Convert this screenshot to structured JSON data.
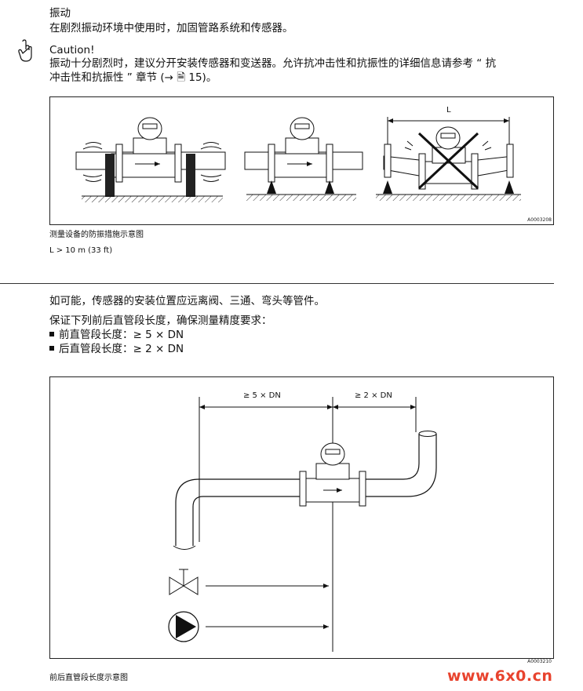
{
  "vibration": {
    "heading": "振动",
    "intro": "在剧烈振动环境中使用时，加固管路系统和传感器。",
    "caution_title": "Caution!",
    "caution_line1": "振动十分剧烈时，建议分开安装传感器和变送器。允许抗冲击性和抗振性的详细信息请参考 “ 抗",
    "caution_line2": "冲击性和抗振性 ” 章节 (→ 🗎 15)。",
    "figure": {
      "dim_label": "L",
      "code": "A0003208",
      "caption": "测量设备的防振措施示意图",
      "note": "L > 10 m (33 ft)"
    }
  },
  "straight_runs": {
    "para1": "如可能，传感器的安装位置应远离阀、三通、弯头等管件。",
    "para2": "保证下列前后直管段长度，确保测量精度要求：",
    "bullets": [
      "前直管段长度：≥ 5 × DN",
      "后直管段长度：≥ 2 × DN"
    ],
    "figure": {
      "dim_inlet": "≥ 5 × DN",
      "dim_outlet": "≥ 2 × DN",
      "code": "A0003210",
      "caption": "前后直管段长度示意图"
    }
  },
  "watermark": "www.6x0.cn"
}
